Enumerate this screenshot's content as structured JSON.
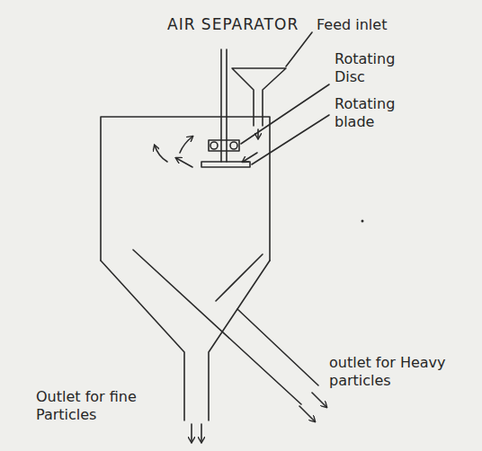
{
  "diagram": {
    "title": "AIR SEPARATOR",
    "labels": [
      "Feed inlet",
      "Rotating Disc",
      "Rotating blade",
      "Outlet for fine Particles",
      "outlet for Heavy particles"
    ]
  }
}
